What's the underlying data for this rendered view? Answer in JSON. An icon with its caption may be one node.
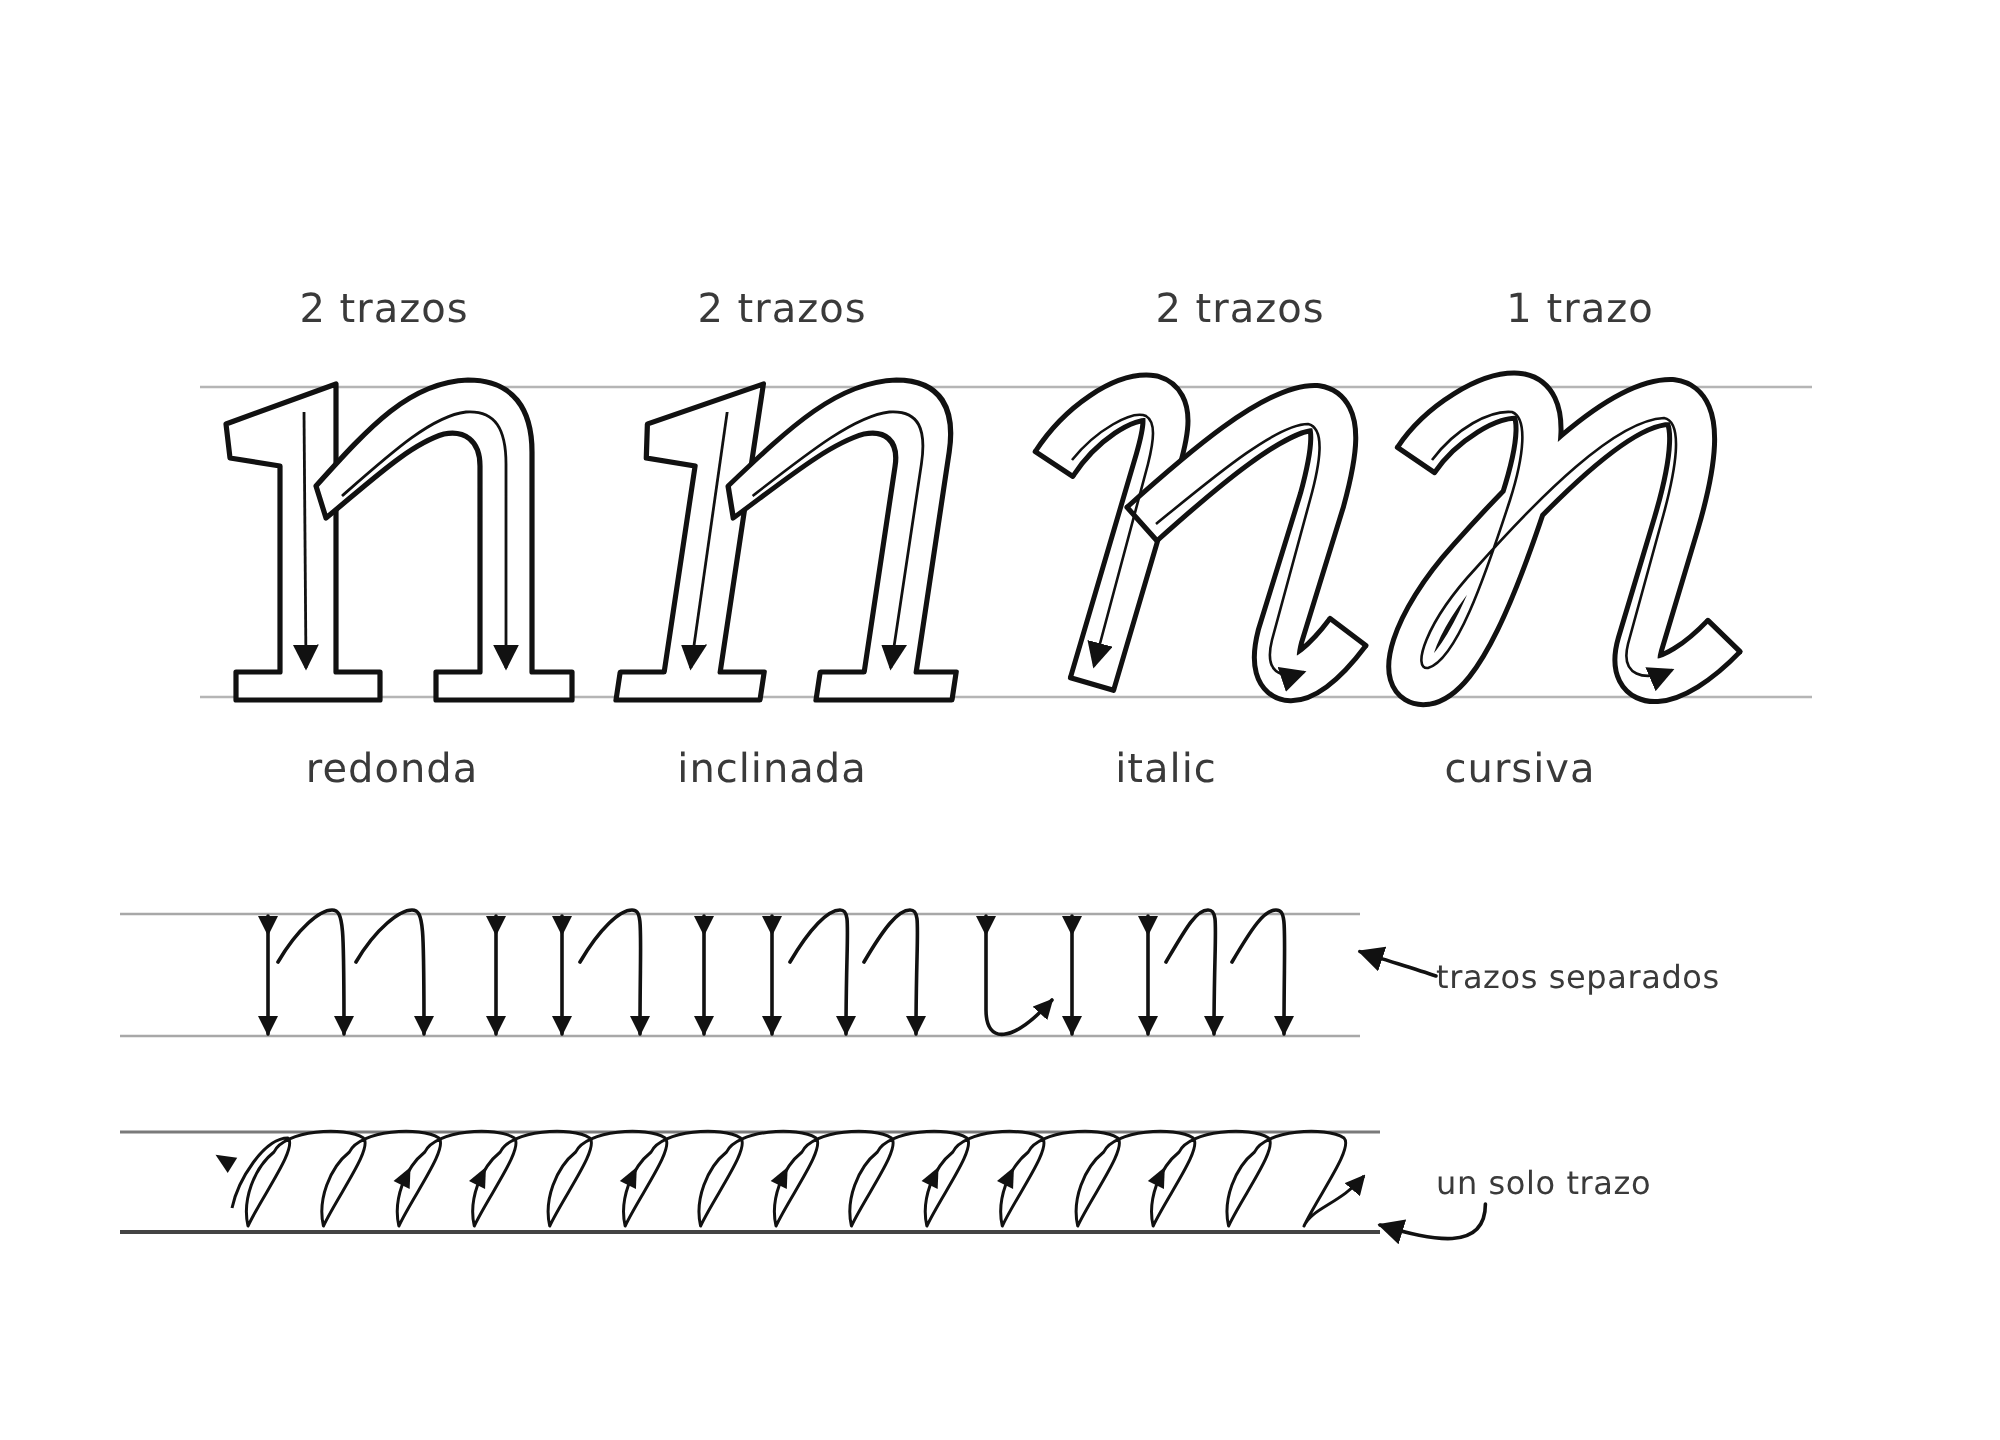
{
  "diagram": {
    "nodes": [
      {
        "text": [
          "trazos separados"
        ]
      },
      {
        "text": [],
        "shape": "picture"
      },
      {
        "text": [
          "un solo trazo"
        ]
      },
      {
        "text": [],
        "shape": "picture"
      }
    ],
    "edges": [
      {
        "from": 0,
        "to": 1,
        "arrow": "to"
      },
      {
        "from": 2,
        "to": 3,
        "arrow": "to"
      }
    ],
    "labels": [
      "2 trazos",
      "2 trazos",
      "2 trazos",
      "1 trazo",
      "redonda",
      "inclinada",
      "italic",
      "cursiva"
    ]
  }
}
